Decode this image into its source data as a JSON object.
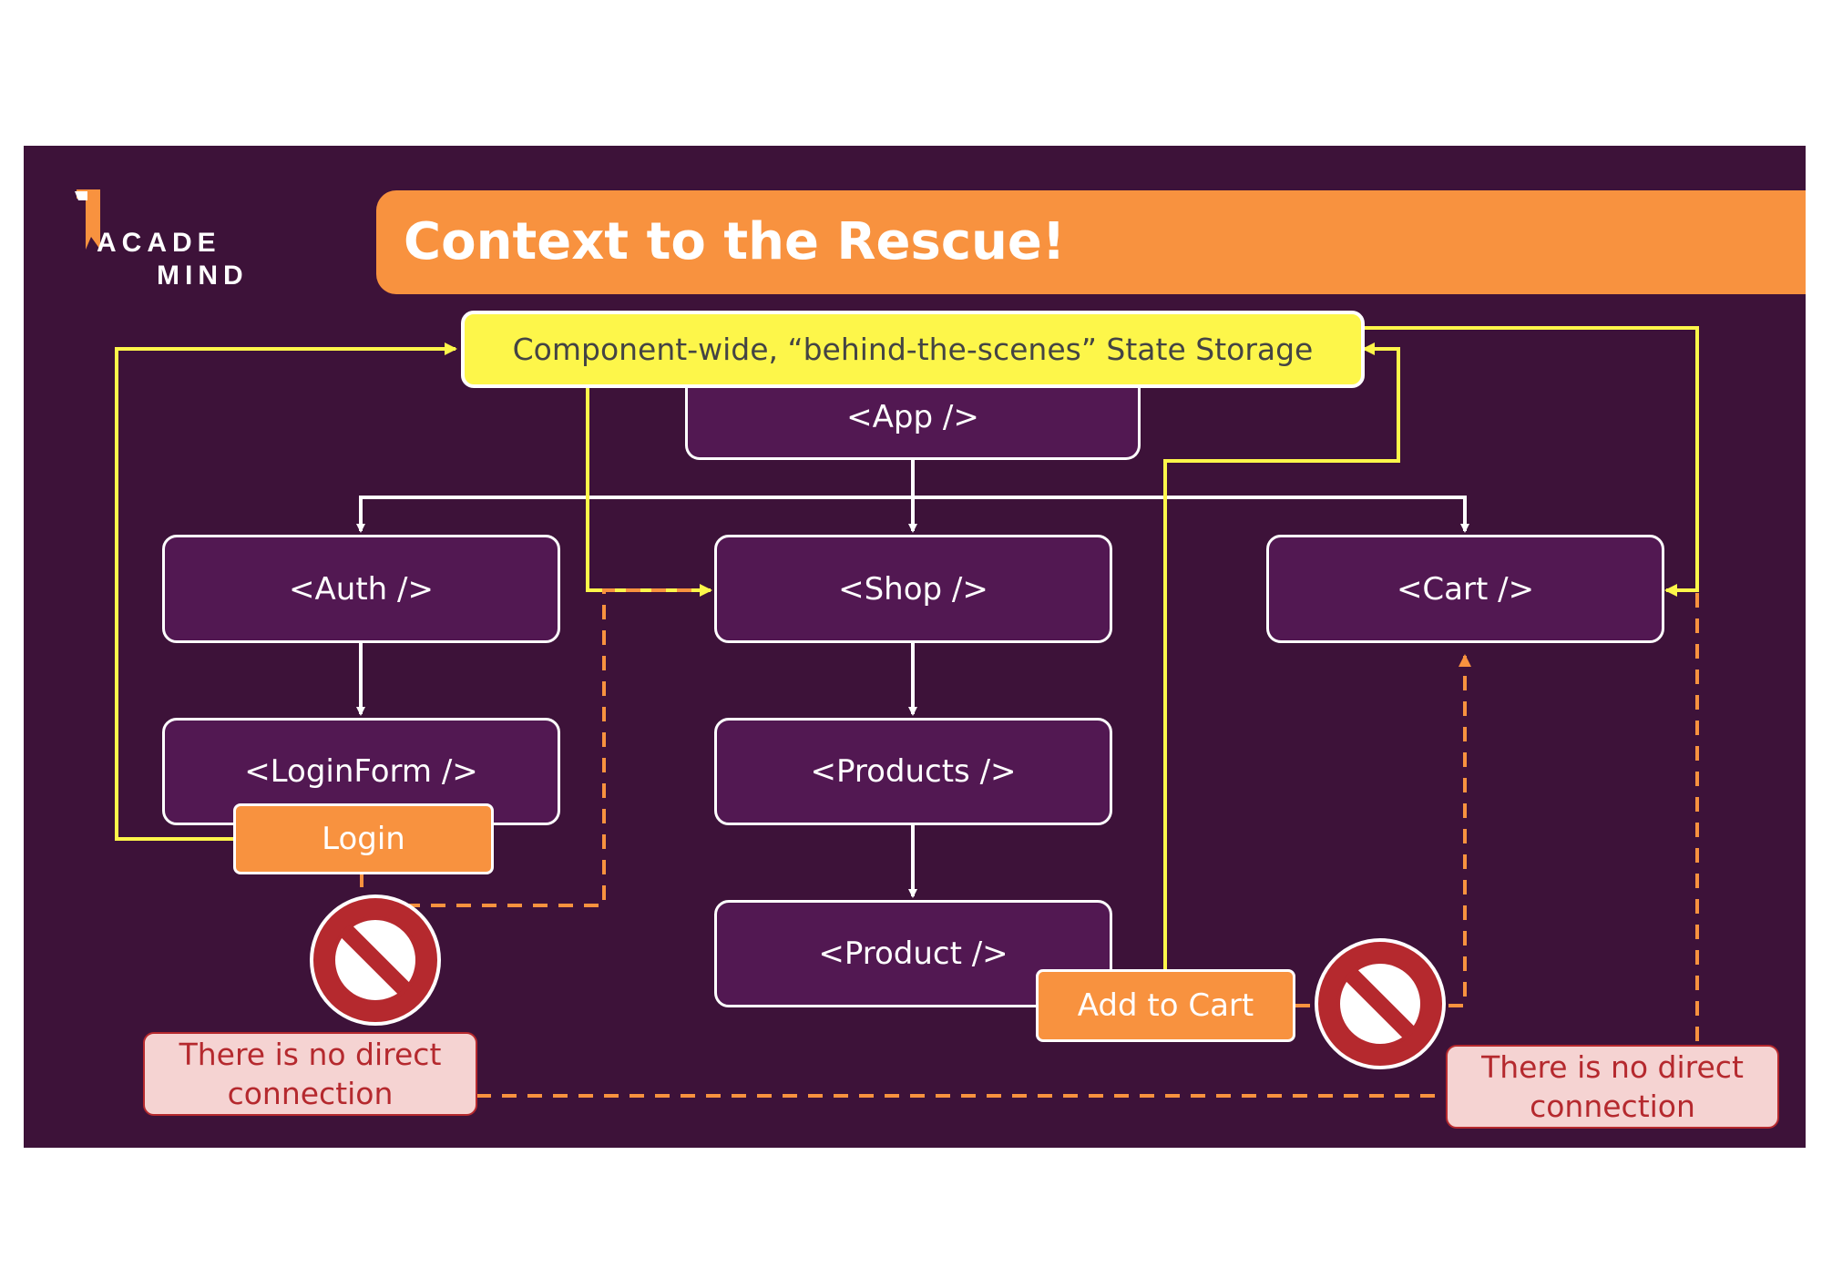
{
  "slide": {
    "title": "Context to the Rescue!",
    "logo": {
      "line1": "ACADE",
      "line2": "MIND"
    }
  },
  "storage": {
    "label": "Component-wide, “behind-the-scenes” State Storage"
  },
  "components": {
    "app": "<App />",
    "auth": "<Auth />",
    "shop": "<Shop />",
    "cart": "<Cart />",
    "login_form": "<LoginForm />",
    "products": "<Products />",
    "product": "<Product />"
  },
  "buttons": {
    "login": "Login",
    "add_to_cart": "Add to Cart"
  },
  "notes": {
    "left": "There is no direct connection",
    "right": "There is no direct connection"
  },
  "icons": {
    "prohibited": "no-entry-icon",
    "logo": "academind-logo"
  },
  "colors": {
    "background": "#3d1239",
    "node_fill": "#521852",
    "title_bar": "#f8923f",
    "storage_fill": "#fdf64a",
    "context_wire": "#fdf64a",
    "broken_wire": "#f8923f",
    "prohibited": "#b5292e"
  }
}
